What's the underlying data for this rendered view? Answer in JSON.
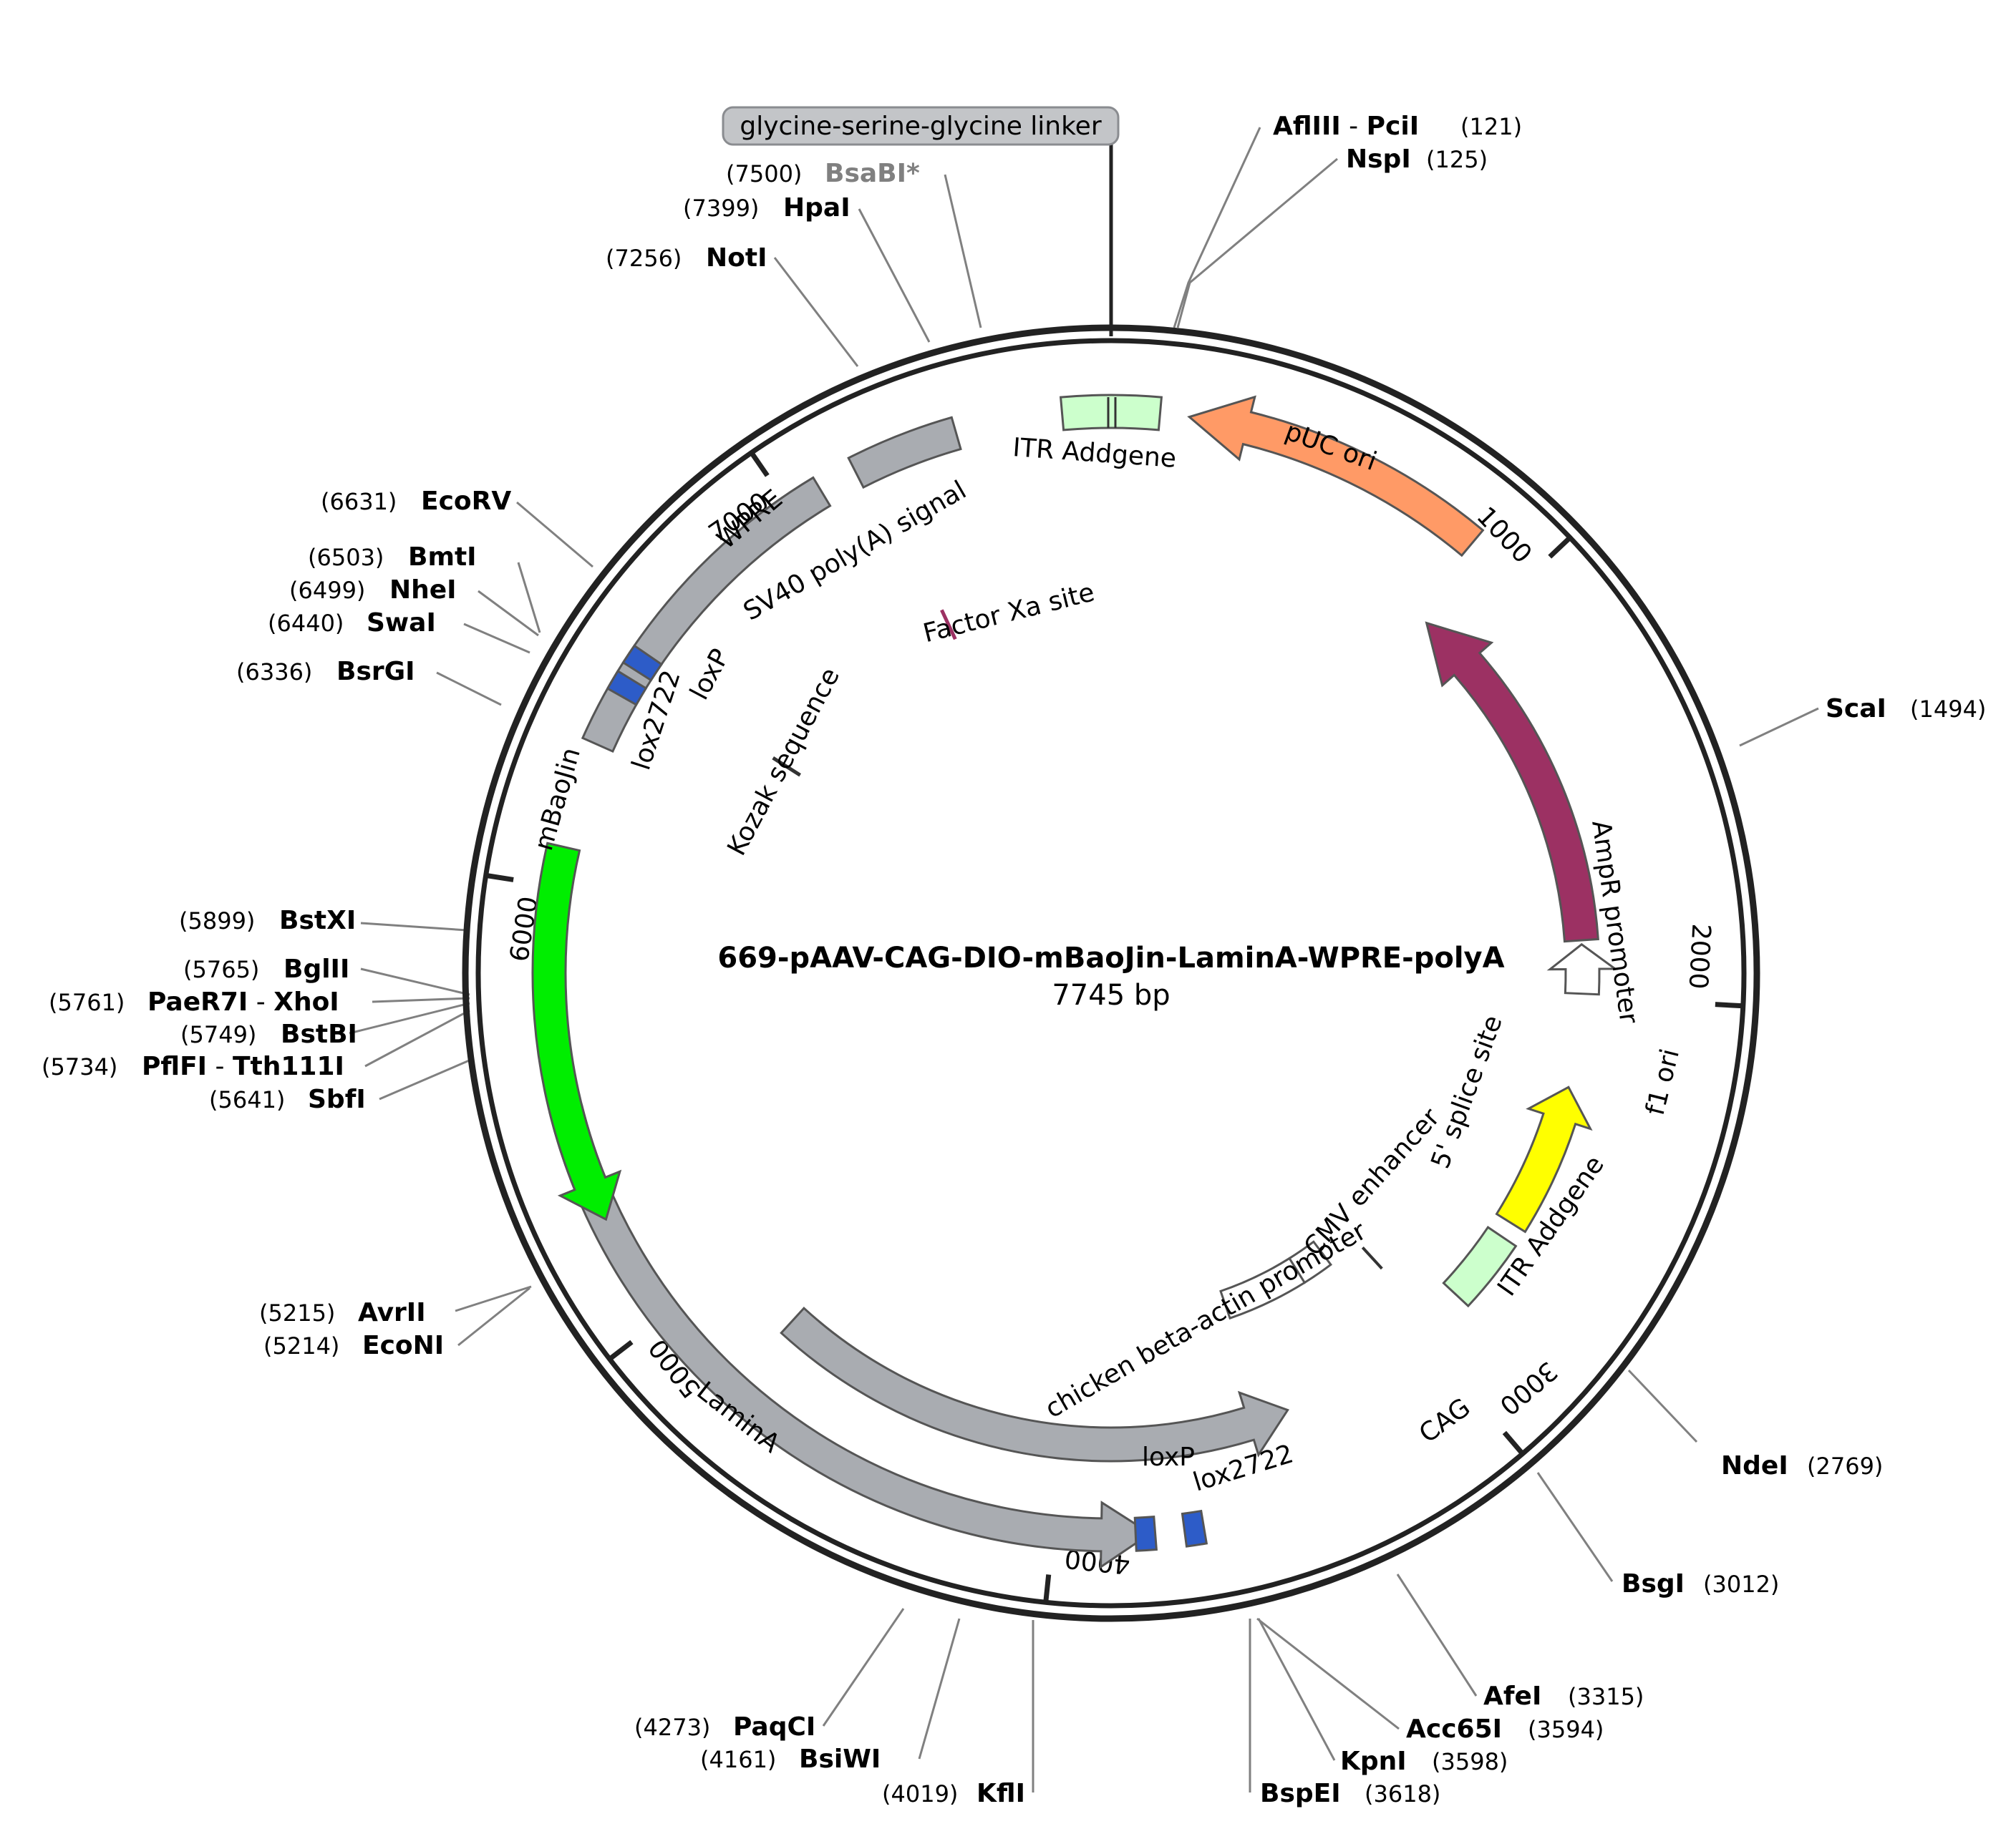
{
  "plasmid": {
    "name": "669-pAAV-CAG-DIO-mBaoJin-LaminA-WPRE-polyA",
    "length_label": "7745 bp",
    "length": 7745
  },
  "scale_ticks": [
    {
      "bp": 1000,
      "label": "1000"
    },
    {
      "bp": 2000,
      "label": "2000"
    },
    {
      "bp": 3000,
      "label": "3000"
    },
    {
      "bp": 4000,
      "label": "4000"
    },
    {
      "bp": 5000,
      "label": "5000"
    },
    {
      "bp": 6000,
      "label": "6000"
    },
    {
      "bp": 7000,
      "label": "7000"
    }
  ],
  "callout": {
    "label": "glycine-serine-glycine linker"
  },
  "features": [
    {
      "id": "puc-ori",
      "label": "pUC ori",
      "color": "#ff9a66"
    },
    {
      "id": "ampr",
      "label": "AmpR",
      "color": "#9c3163"
    },
    {
      "id": "ampr-promoter",
      "label": "AmpR promoter",
      "color": "#ffffff"
    },
    {
      "id": "f1-ori",
      "label": "f1 ori",
      "color": "#ffff00"
    },
    {
      "id": "itr-right",
      "label": "ITR Addgene",
      "color": "#ccffcc"
    },
    {
      "id": "cag",
      "label": "CAG",
      "color": "#a9acb1"
    },
    {
      "id": "cmv-enhancer",
      "label": "CMV enhancer",
      "color": "#ffffff"
    },
    {
      "id": "chicken-beta-actin",
      "label": "chicken beta-actin promoter",
      "color": "#ffffff"
    },
    {
      "id": "splice-site",
      "label": "5' splice site",
      "color": "#333333"
    },
    {
      "id": "lox2722-b",
      "label": "lox2722",
      "color": "#2d5cc8"
    },
    {
      "id": "loxp-b",
      "label": "loxP",
      "color": "#2d5cc8"
    },
    {
      "id": "lamina",
      "label": "LaminA",
      "color": "#a9acb1"
    },
    {
      "id": "mbaojin",
      "label": "mBaoJin",
      "color": "#00ee00"
    },
    {
      "id": "lox2722-a",
      "label": "lox2722",
      "color": "#2d5cc8"
    },
    {
      "id": "loxp-a",
      "label": "loxP",
      "color": "#2d5cc8"
    },
    {
      "id": "kozak",
      "label": "Kozak sequence",
      "color": "#333333"
    },
    {
      "id": "wpre",
      "label": "WPRE",
      "color": "#a9acb1"
    },
    {
      "id": "sv40-polya",
      "label": "SV40 poly(A) signal",
      "color": "#a9acb1"
    },
    {
      "id": "factor-xa",
      "label": "Factor Xa site",
      "color": "#9c3163"
    },
    {
      "id": "itr-left",
      "label": "ITR Addgene",
      "color": "#ccffcc"
    }
  ],
  "enzymes": [
    {
      "id": "afliii",
      "name": "AflIII",
      "name2": "PciI",
      "pos": "(121)"
    },
    {
      "id": "nspi",
      "name": "NspI",
      "pos": "(125)"
    },
    {
      "id": "scai",
      "name": "ScaI",
      "pos": "(1494)"
    },
    {
      "id": "ndei",
      "name": "NdeI",
      "pos": "(2769)"
    },
    {
      "id": "bsgi",
      "name": "BsgI",
      "pos": "(3012)"
    },
    {
      "id": "afei",
      "name": "AfeI",
      "pos": "(3315)"
    },
    {
      "id": "acc65i",
      "name": "Acc65I",
      "pos": "(3594)"
    },
    {
      "id": "kpni",
      "name": "KpnI",
      "pos": "(3598)"
    },
    {
      "id": "bspei",
      "name": "BspEI",
      "pos": "(3618)"
    },
    {
      "id": "kfli",
      "name": "KflI",
      "pos": "(4019)"
    },
    {
      "id": "bsiwi",
      "name": "BsiWI",
      "pos": "(4161)"
    },
    {
      "id": "paqci",
      "name": "PaqCI",
      "pos": "(4273)"
    },
    {
      "id": "econi",
      "name": "EcoNI",
      "pos": "(5214)"
    },
    {
      "id": "avrii",
      "name": "AvrII",
      "pos": "(5215)"
    },
    {
      "id": "sbfi",
      "name": "SbfI",
      "pos": "(5641)"
    },
    {
      "id": "pflfi",
      "name": "PflFI",
      "name2": "Tth111I",
      "pos": "(5734)"
    },
    {
      "id": "bstbi",
      "name": "BstBI",
      "pos": "(5749)"
    },
    {
      "id": "paer7i",
      "name": "PaeR7I",
      "name2": "XhoI",
      "pos": "(5761)"
    },
    {
      "id": "bglii",
      "name": "BglII",
      "pos": "(5765)"
    },
    {
      "id": "bstxi",
      "name": "BstXI",
      "pos": "(5899)"
    },
    {
      "id": "bsrgi",
      "name": "BsrGI",
      "pos": "(6336)"
    },
    {
      "id": "swai",
      "name": "SwaI",
      "pos": "(6440)"
    },
    {
      "id": "nhei",
      "name": "NheI",
      "pos": "(6499)"
    },
    {
      "id": "bmti",
      "name": "BmtI",
      "pos": "(6503)"
    },
    {
      "id": "ecorv",
      "name": "EcoRV",
      "pos": "(6631)"
    },
    {
      "id": "noti",
      "name": "NotI",
      "pos": "(7256)"
    },
    {
      "id": "hpai",
      "name": "HpaI",
      "pos": "(7399)"
    },
    {
      "id": "bsabi",
      "name": "BsaBI*",
      "pos": "(7500)"
    }
  ]
}
